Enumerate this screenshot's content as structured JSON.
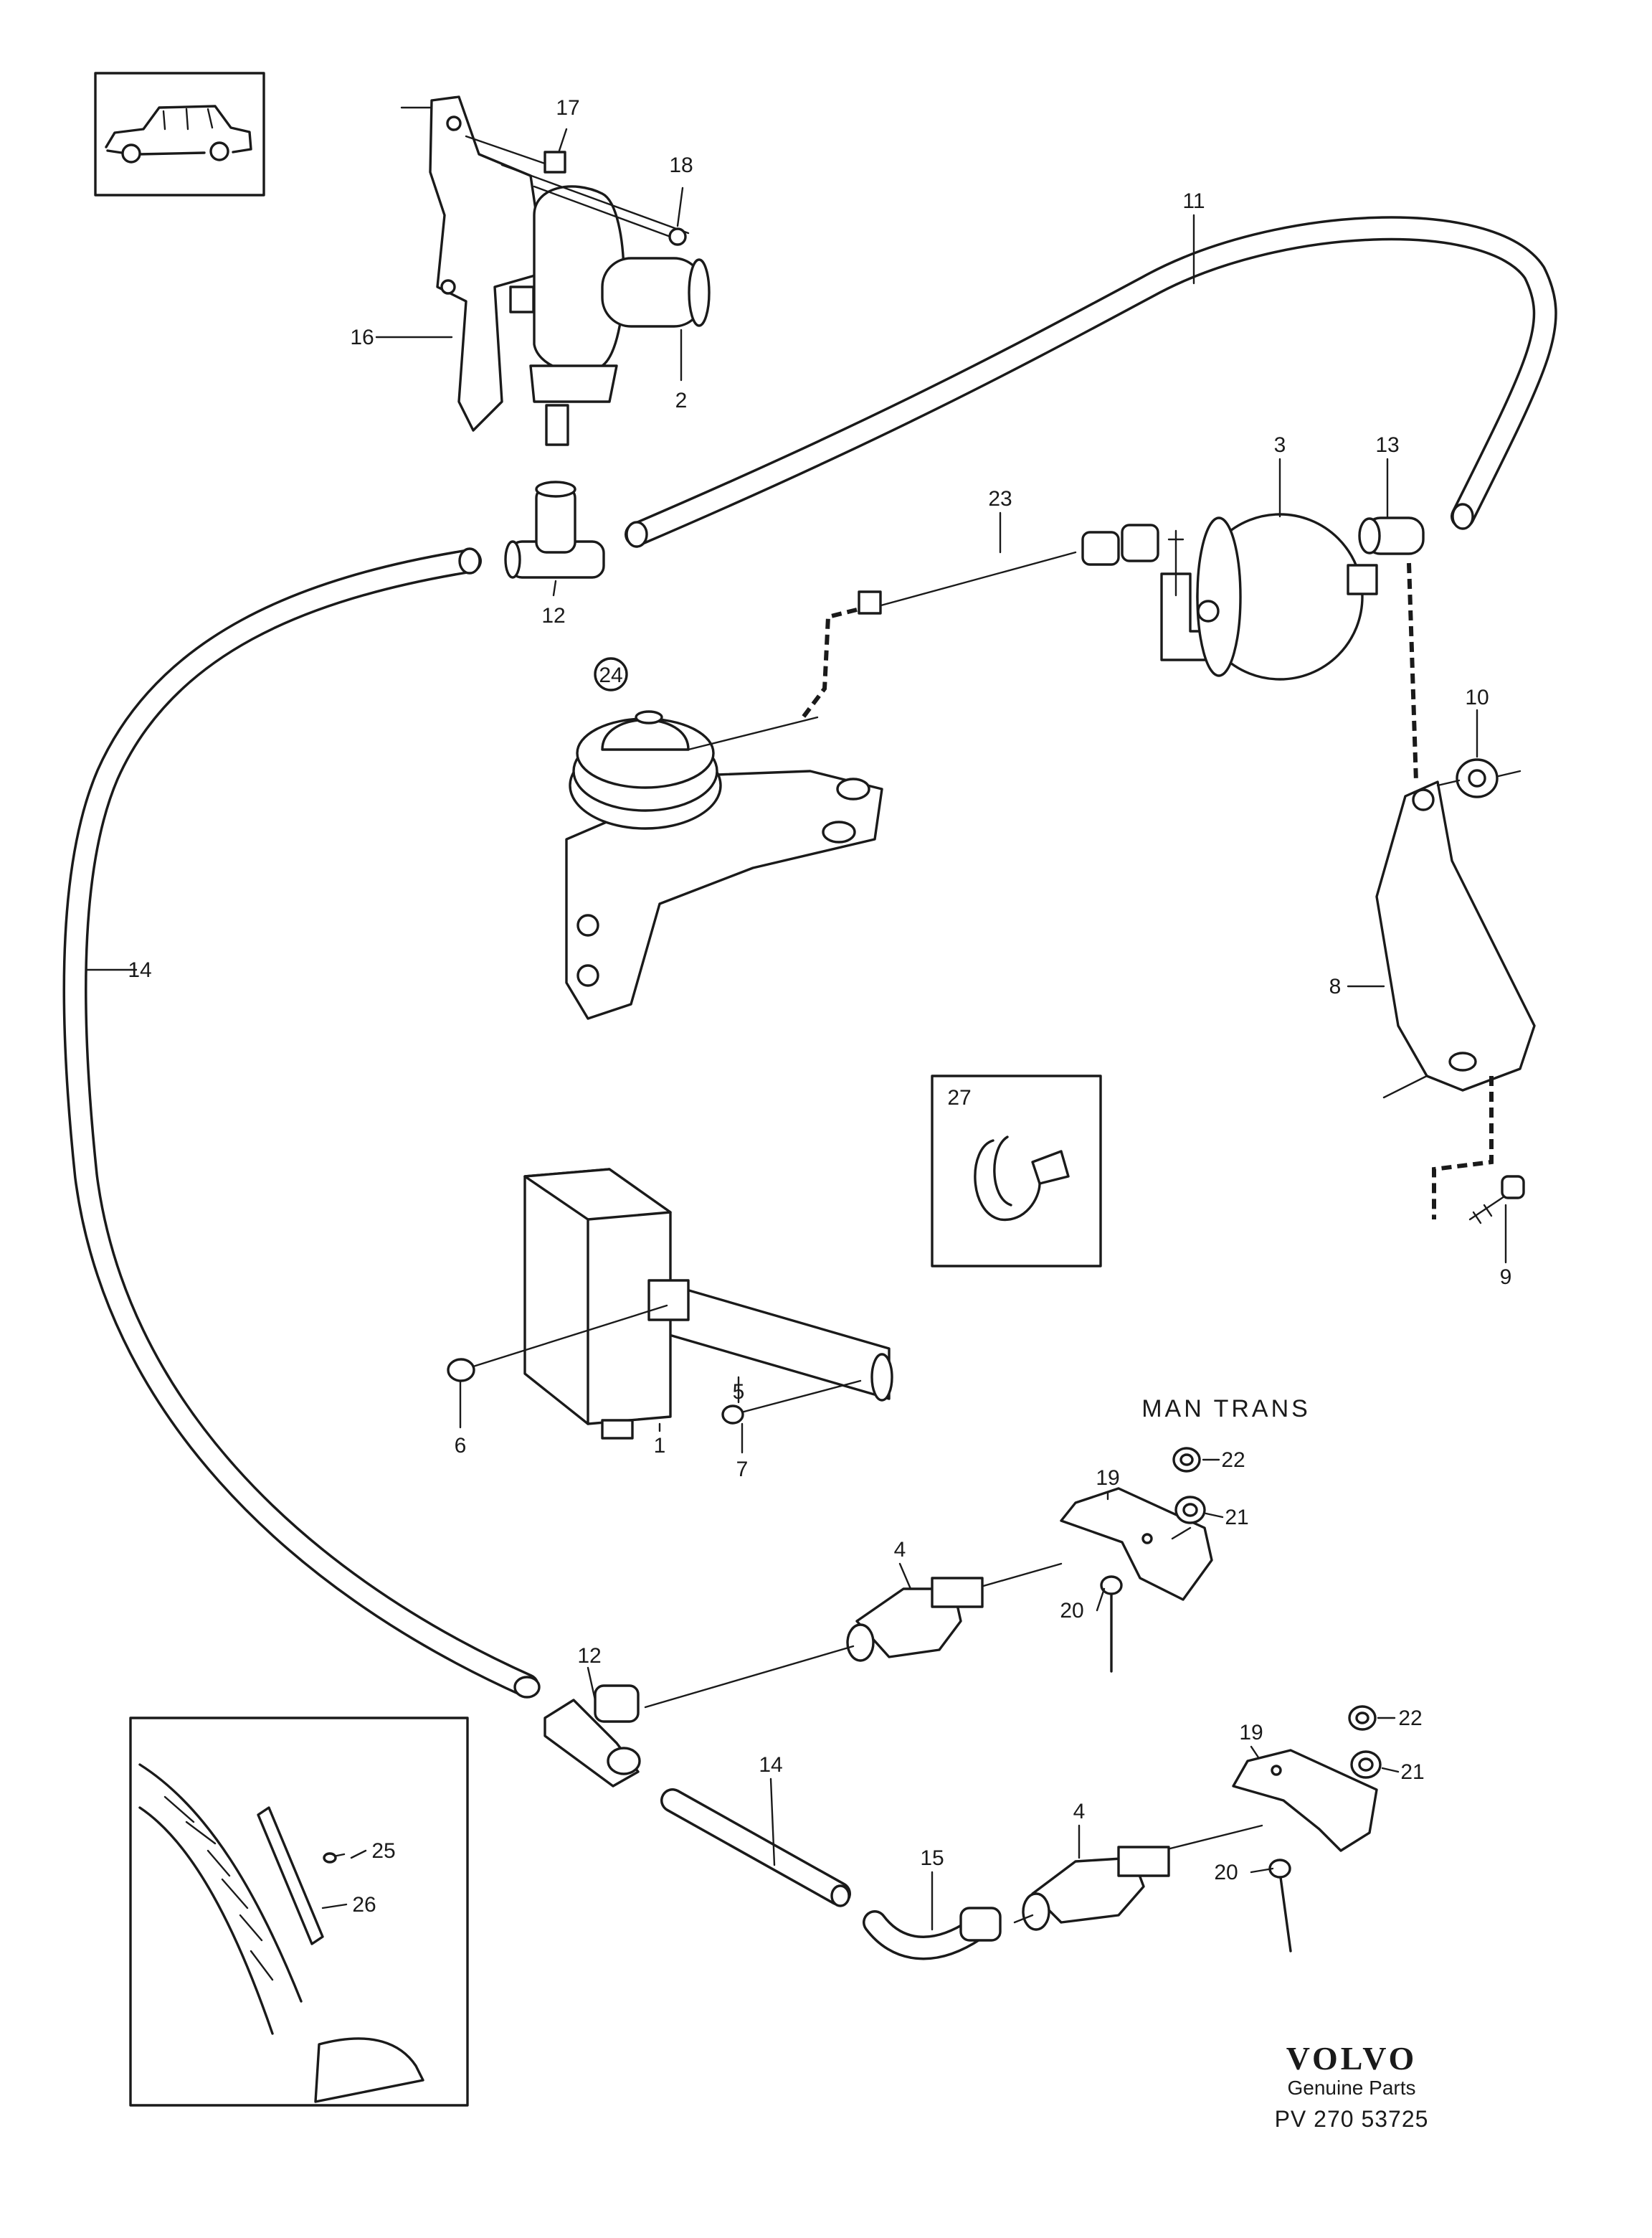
{
  "callouts": {
    "c1": "1",
    "c2": "2",
    "c3": "3",
    "c4a": "4",
    "c4b": "4",
    "c5": "5",
    "c6": "6",
    "c7": "7",
    "c8": "8",
    "c9": "9",
    "c10": "10",
    "c11": "11",
    "c12a": "12",
    "c12b": "12",
    "c13": "13",
    "c14a": "14",
    "c14b": "14",
    "c15": "15",
    "c16": "16",
    "c17": "17",
    "c18": "18",
    "c19a": "19",
    "c19b": "19",
    "c20a": "20",
    "c20b": "20",
    "c21a": "21",
    "c21b": "21",
    "c22a": "22",
    "c22b": "22",
    "c23": "23",
    "c24": "24",
    "c25": "25",
    "c26": "26",
    "c27": "27"
  },
  "section_heading": "MAN TRANS",
  "footer": {
    "brand": "VOLVO",
    "subtitle": "Genuine Parts",
    "part_number": "PV 270 53725"
  },
  "icons": [
    "car-silhouette-icon",
    "clamp-icon",
    "vacuum-hose",
    "actuator",
    "control-module"
  ]
}
